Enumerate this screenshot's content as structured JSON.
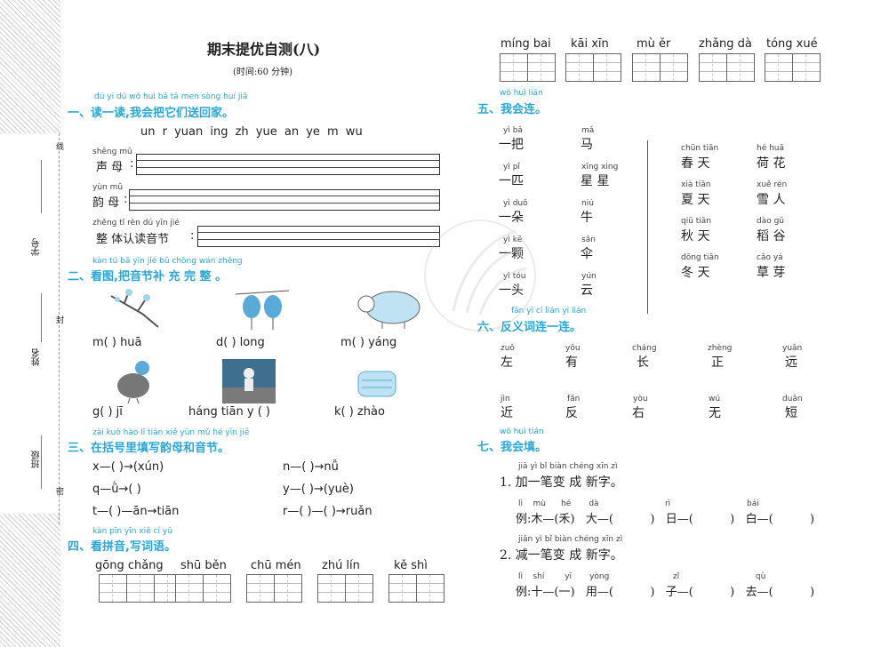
{
  "header": {
    "title": "期末提优自测(八)",
    "time": "(时间:60 分钟)"
  },
  "sidebar": {
    "cls": "班级",
    "name": "姓名",
    "id": "学号",
    "seal": "封",
    "line_a": "线",
    "line_b": "密"
  },
  "s1": {
    "py": "dú yi dú  wǒ huì bǎ tā men sòng huí jiā",
    "title": "一、读一读,我会把它们送回家。",
    "items": "un  r  yuan  ing  zh  yue  an  ye  m  wu",
    "r1py": "shēng mǔ",
    "r1": "声 母",
    "r2py": "yùn mǔ",
    "r2": "韵 母",
    "r3py": "zhěng tǐ rèn dú yīn jié",
    "r3": "整 体认读音节"
  },
  "s2": {
    "py": "kàn tú  bǎ yīn jié bǔ chōng wán zhěng",
    "title": "二、看图,把音节补 充 完 整 。",
    "a1": "m(          ) huā",
    "a2": "d(          ) long",
    "a3": "m(          ) yáng",
    "b1": "g(          ) jī",
    "b2": "háng tiān y (          )",
    "b3": "k(          ) zhào"
  },
  "s3": {
    "py": "zài kuò hào lǐ tián xiě yùn mǔ hé yīn jié",
    "title": "三、在括号里填写韵母和音节。",
    "l1": "x—(          )→(xún)",
    "r1": "n—(          )→nǚ",
    "l2": "q—ǜ→(          )",
    "r2": "y—(          )→(yuè)",
    "l3": "t—(          )—ān→tiān",
    "r3": "r—(          )—(          )→ruǎn"
  },
  "s4": {
    "py": "kàn pīn yīn  xiě cí yǔ",
    "title": "四、看拼音,写词语。",
    "words": [
      "gōng chǎng",
      "shū běn",
      "chū mén",
      "zhú lín",
      "kě shì"
    ],
    "top": [
      "míng bai",
      "kāi xīn",
      "mù ěr",
      "zhǎng dà",
      "tóng xué"
    ]
  },
  "s5": {
    "py": "wǒ huì lián",
    "title": "五、我会连。",
    "left": [
      {
        "p": "yì bǎ",
        "t": "一把"
      },
      {
        "p": "yì pǐ",
        "t": "一匹"
      },
      {
        "p": "yì duǒ",
        "t": "一朵"
      },
      {
        "p": "yì kē",
        "t": "一颗"
      },
      {
        "p": "yì tóu",
        "t": "一头"
      }
    ],
    "mid": [
      {
        "p": "mǎ",
        "t": "马"
      },
      {
        "p": "xīng xing",
        "t": "星 星"
      },
      {
        "p": "niú",
        "t": "牛"
      },
      {
        "p": "sǎn",
        "t": "伞"
      },
      {
        "p": "yún",
        "t": "云"
      }
    ],
    "seasons": [
      {
        "p": "chūn tiān",
        "t": "春 天"
      },
      {
        "p": "xià tiān",
        "t": "夏 天"
      },
      {
        "p": "qiū tiān",
        "t": "秋 天"
      },
      {
        "p": "dōng tiān",
        "t": "冬 天"
      }
    ],
    "things": [
      {
        "p": "hé huā",
        "t": "荷 花"
      },
      {
        "p": "xuě rén",
        "t": "雪 人"
      },
      {
        "p": "dào gǔ",
        "t": "稻 谷"
      },
      {
        "p": "cǎo yá",
        "t": "草 芽"
      }
    ]
  },
  "s6": {
    "py": "fǎn yì cí lián yi lián",
    "title": "六、反义词连一连。",
    "top": [
      {
        "p": "zuǒ",
        "t": "左"
      },
      {
        "p": "yǒu",
        "t": "有"
      },
      {
        "p": "cháng",
        "t": "长"
      },
      {
        "p": "zhèng",
        "t": "正"
      },
      {
        "p": "yuǎn",
        "t": "远"
      }
    ],
    "bot": [
      {
        "p": "jìn",
        "t": "近"
      },
      {
        "p": "fǎn",
        "t": "反"
      },
      {
        "p": "yòu",
        "t": "右"
      },
      {
        "p": "wú",
        "t": "无"
      },
      {
        "p": "duǎn",
        "t": "短"
      }
    ]
  },
  "s7": {
    "py": "wǒ huì tián",
    "title": "七、我会填。",
    "q1py": "jiā  yì  bǐ  biàn chéng xīn  zì",
    "q1": "1. 加一笔变 成 新字。",
    "q1expy": "lì    mù      hé       dà                          rì                              bái",
    "q1ex": "例:木—(禾)   大—(          )   日—(          )   白—(          )",
    "q2py": "jiǎn  yì  bǐ  biàn chéng xīn  zì",
    "q2": "2. 减一笔变 成 新字。",
    "q2expy": "lì    shí        yī       yòng                         zǐ                              qù",
    "q2ex": "例:十—(一)   用—(          )   子—(          )   去—(          )"
  },
  "colors": {
    "accent": "#2aa7d6"
  }
}
